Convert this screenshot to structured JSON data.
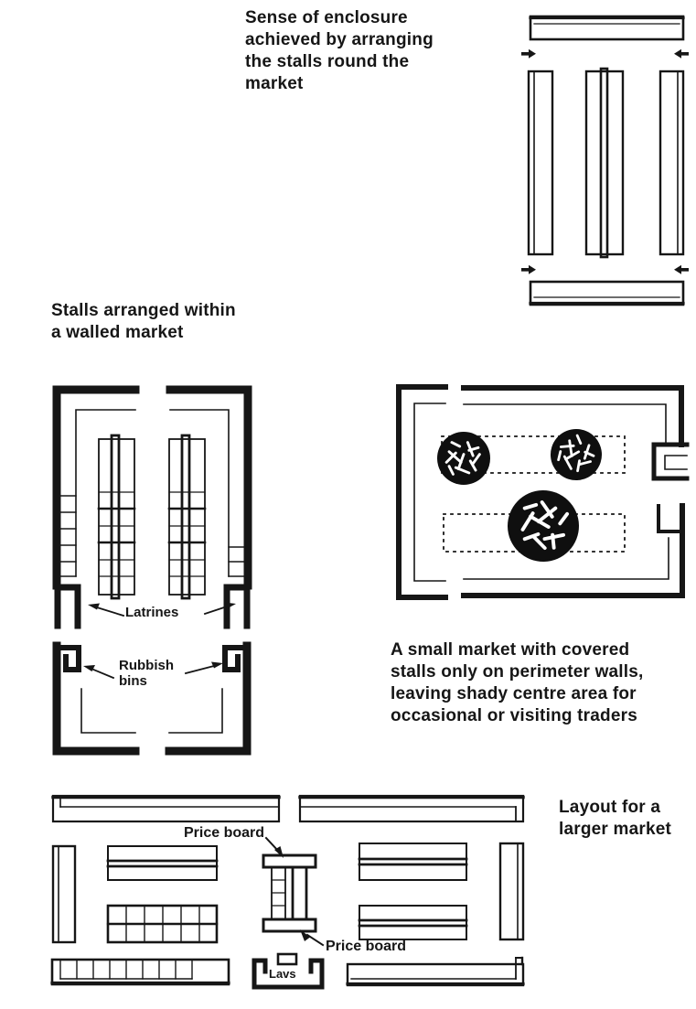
{
  "page": {
    "background_color": "#ffffff",
    "ink_color": "#161616"
  },
  "captions": {
    "enclosure": "Sense of enclosure\nachieved by arranging\nthe stalls round the\nmarket",
    "walled_market": "Stalls arranged within\na walled market",
    "small_market": "A small market with covered\nstalls only on perimeter walls,\nleaving shady centre area for\noccasional or visiting traders",
    "larger_market": "Layout for a\nlarger market"
  },
  "diagram_labels": {
    "latrines": "Latrines",
    "rubbish_bins": "Rubbish\nbins",
    "price_board_upper": "Price board",
    "price_board_lower": "Price board",
    "lavatories": "Lavs"
  }
}
